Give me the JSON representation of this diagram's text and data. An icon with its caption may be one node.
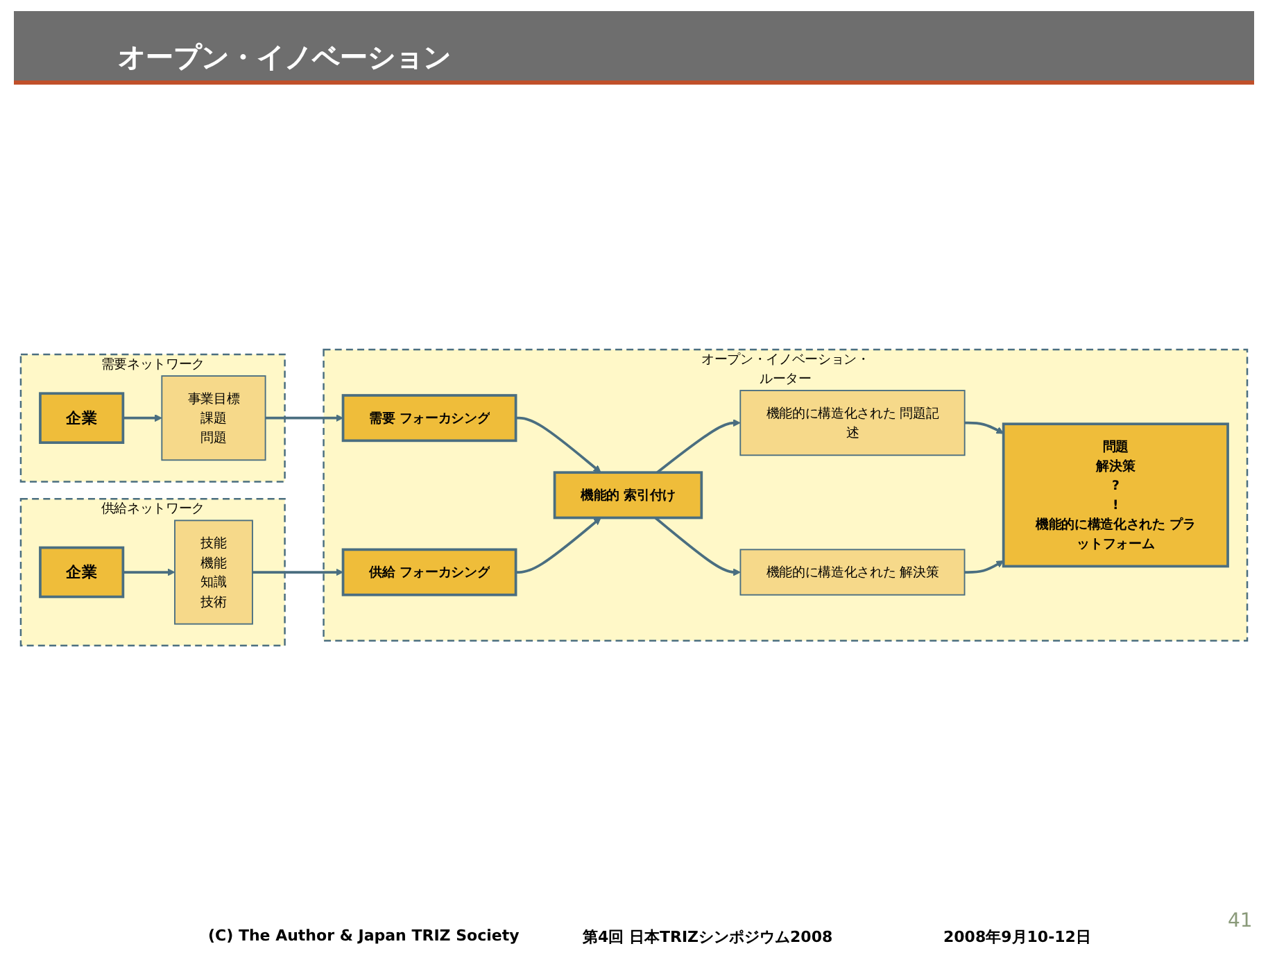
{
  "diagram": {
    "title": "オープン・イノベーション",
    "nodes": [
      {
        "text": [
          "需要ネットワーク"
        ]
      },
      {
        "text": [
          "企業"
        ],
        "in": 0
      },
      {
        "text": [
          "事業目標",
          "課題",
          "問題"
        ],
        "in": 0
      },
      {
        "text": [
          "供給ネットワーク"
        ]
      },
      {
        "text": [
          "技能",
          "機能",
          "知識",
          "技術"
        ],
        "in": 3
      },
      {
        "text": [
          "企業"
        ],
        "in": 3
      },
      {
        "text": [
          "オープン・イノベーション・ルーター"
        ]
      },
      {
        "text": [
          "需要 フォーカシング"
        ],
        "in": 6
      },
      {
        "text": [
          "機能的 索引付け"
        ],
        "in": 6
      },
      {
        "text": [
          "機能的に構造化された 問題記述"
        ],
        "in": 6
      },
      {
        "text": [
          "機能的に構造化された 解決策"
        ],
        "in": 6
      },
      {
        "text": [
          "問題",
          "解決策",
          "?",
          "!",
          "機能的に構造化された プラットフォーム"
        ],
        "in": 6
      },
      {
        "text": [
          "供給 フォーカシング"
        ],
        "in": 6
      }
    ],
    "edges": [
      {
        "from": 1,
        "to": 2,
        "arrow": "to"
      },
      {
        "from": 2,
        "to": 7,
        "arrow": "to"
      },
      {
        "from": 7,
        "to": 8,
        "arrow": "to"
      },
      {
        "from": 8,
        "to": 9,
        "arrow": "to"
      },
      {
        "from": 8,
        "to": 10,
        "arrow": "to"
      },
      {
        "from": 9,
        "to": 11,
        "arrow": "to"
      },
      {
        "from": 10,
        "to": 11,
        "arrow": "to"
      },
      {
        "from": 5,
        "to": 4,
        "arrow": "to"
      },
      {
        "from": 4,
        "to": 12,
        "arrow": "to"
      },
      {
        "from": 12,
        "to": 8,
        "arrow": "to"
      }
    ],
    "labels": [
      "(C) The Author & Japan TRIZ Society",
      "第4回 日本TRIZシンポジウム2008",
      "2008年9月10-12日",
      "41"
    ]
  }
}
